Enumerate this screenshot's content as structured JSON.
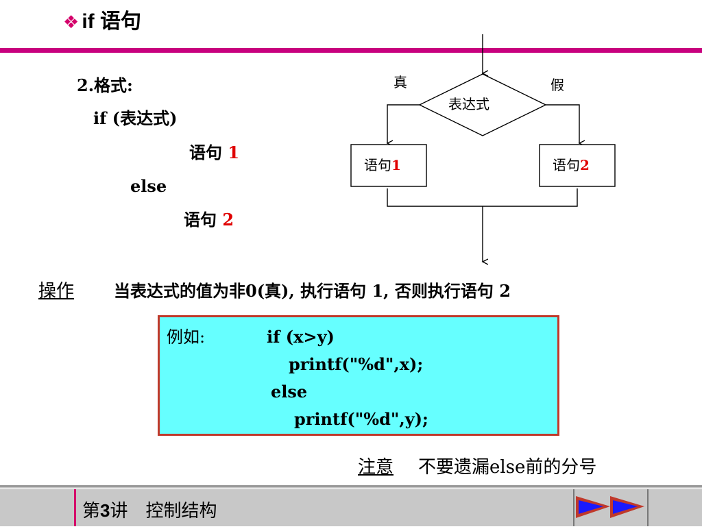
{
  "slide": {
    "title_text": "if 语句",
    "format": {
      "heading": "2.格式:",
      "line_if": "if (表达式)",
      "stmt1_text": "语句 ",
      "stmt1_num": "1",
      "line_else": "else",
      "stmt2_text": "语句 ",
      "stmt2_num": "2"
    },
    "flowchart": {
      "true_label": "真",
      "false_label": "假",
      "condition": "表达式",
      "box1_text": "语句",
      "box1_num": "1",
      "box2_text": "语句",
      "box2_num": "2"
    },
    "operation": {
      "label": "操作",
      "text": "当表达式的值为非0(真), 执行语句 1, 否则执行语句 2"
    },
    "example": {
      "label": "例如:",
      "line1": "if (x>y)",
      "line2": "printf(\"%d\",x);",
      "line3": "else",
      "line4": "printf(\"%d\",y);"
    },
    "note": {
      "label": "注意",
      "text": "不要遗漏else前的分号"
    }
  },
  "footer": {
    "prefix": "第",
    "lecture_num": "3",
    "suffix": "讲　控制结构"
  },
  "colors": {
    "accent": "#c8007e",
    "emphasis": "#e00000",
    "example_bg": "#66ffff",
    "example_border": "#c0392b",
    "nav_arrow": "#1a1aff"
  },
  "icons": {
    "bullet": "diamond-bullet-icon",
    "nav": "next-arrows-icon"
  }
}
